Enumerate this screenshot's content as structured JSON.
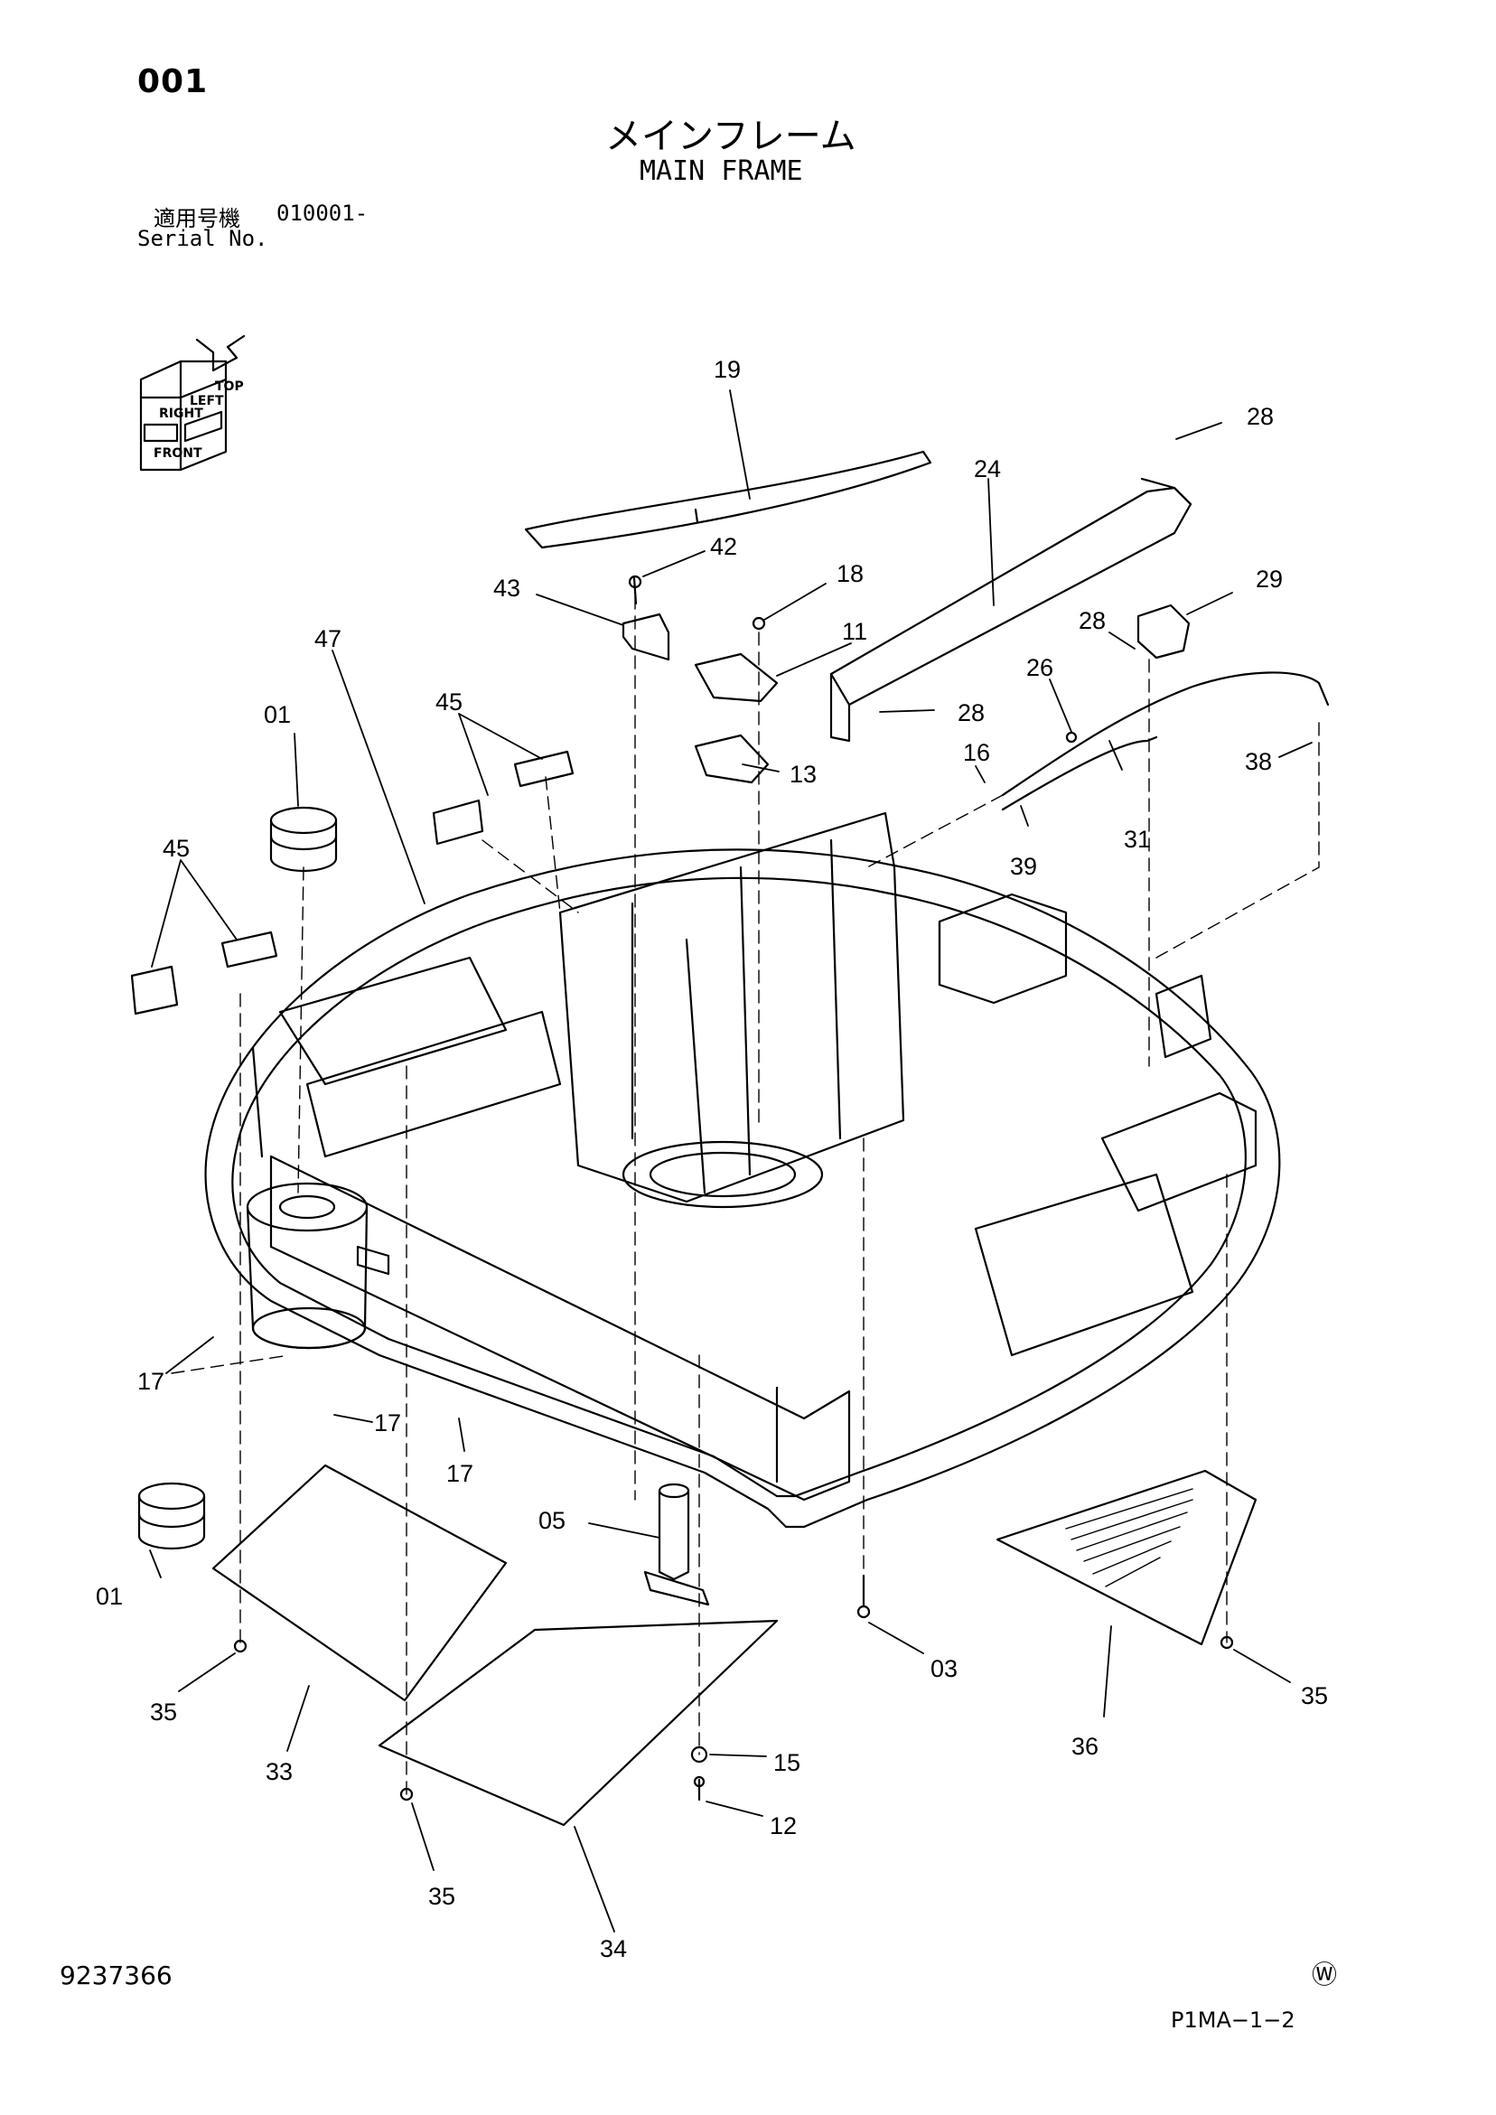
{
  "header": {
    "page_number": "001",
    "title_jp": "メインフレーム",
    "title_en": "MAIN FRAME",
    "serial_label_jp": "適用号機",
    "serial_value": "010001-",
    "serial_label_en": "Serial No."
  },
  "orientation_labels": [
    "LEFT",
    "RIGHT",
    "FRONT",
    "TOP"
  ],
  "callouts": [
    "19",
    "28",
    "24",
    "42",
    "18",
    "43",
    "29",
    "11",
    "28",
    "47",
    "26",
    "01",
    "45",
    "28",
    "16",
    "13",
    "38",
    "31",
    "39",
    "45",
    "17",
    "17",
    "17",
    "05",
    "01",
    "03",
    "35",
    "15",
    "33",
    "36",
    "35",
    "12",
    "35",
    "34"
  ],
  "footer": {
    "document_number": "9237366",
    "w_mark": "Ⓦ",
    "sheet_code": "P1MA−1−2"
  }
}
